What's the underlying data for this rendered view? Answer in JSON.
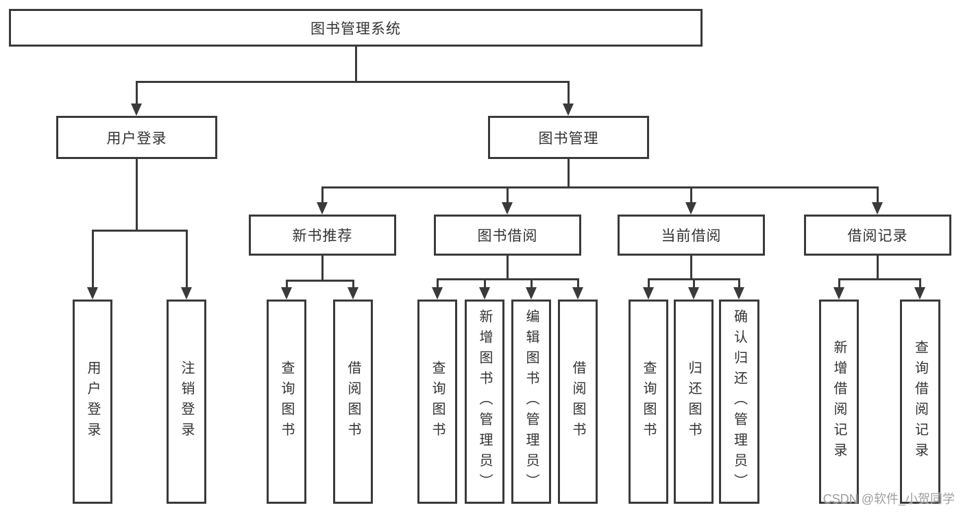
{
  "nodes": {
    "root": {
      "label": "图书管理系统"
    },
    "userLogin": {
      "label": "用户登录"
    },
    "bookMgmt": {
      "label": "图书管理"
    },
    "leafUserLogin": {
      "label": "用户登录"
    },
    "leafLogout": {
      "label": "注销登录"
    },
    "newBookRec": {
      "label": "新书推荐"
    },
    "bookBorrow": {
      "label": "图书借阅"
    },
    "currentBorrow": {
      "label": "当前借阅"
    },
    "borrowRecord": {
      "label": "借阅记录"
    },
    "nbrQueryBook": {
      "label": "查询图书"
    },
    "nbrBorrowBook": {
      "label": "借阅图书"
    },
    "bbQueryBook": {
      "label": "查询图书"
    },
    "bbAddBook": {
      "label": "新增图书（管理员）"
    },
    "bbEditBook": {
      "label": "编辑图书（管理员）"
    },
    "bbBorrowBook": {
      "label": "借阅图书"
    },
    "cbQueryBook": {
      "label": "查询图书"
    },
    "cbReturnBook": {
      "label": "归还图书"
    },
    "cbConfirmReturn": {
      "label": "确认归还（管理员）"
    },
    "brAddRecord": {
      "label": "新增借阅记录"
    },
    "brQueryRecord": {
      "label": "查询借阅记录"
    }
  },
  "watermark": {
    "text": "CSDN @软件_小贺同学"
  },
  "colors": {
    "line": "#3a3a3a",
    "text": "#333333",
    "background": "#ffffff",
    "watermark": "#9e9e9e"
  }
}
